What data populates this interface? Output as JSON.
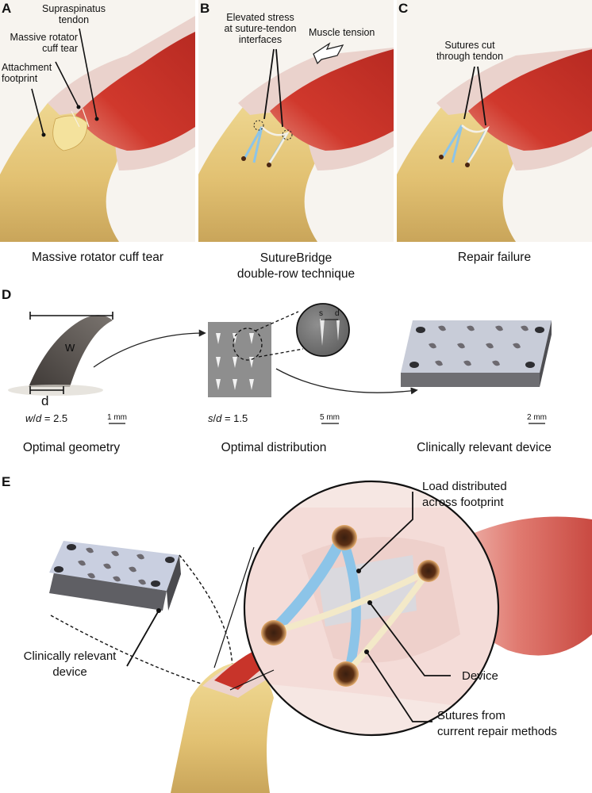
{
  "panels": {
    "a": "A",
    "b": "B",
    "c": "C",
    "d": "D",
    "e": "E"
  },
  "panel_a": {
    "supraspinatus": [
      "Supraspinatus",
      "tendon"
    ],
    "massive_tear": [
      "Massive rotator",
      "cuff tear"
    ],
    "attachment": [
      "Attachment",
      "footprint"
    ],
    "caption": "Massive rotator cuff tear"
  },
  "panel_b": {
    "elevated_stress": [
      "Elevated stress",
      "at suture-tendon",
      "interfaces"
    ],
    "muscle_tension": "Muscle tension",
    "caption": [
      "SutureBridge",
      "double-row technique"
    ]
  },
  "panel_c": {
    "sutures_cut": [
      "Sutures cut",
      "through tendon"
    ],
    "caption": "Repair failure"
  },
  "panel_d": {
    "w_label": "w",
    "d_label": "d",
    "ratio_wd": {
      "var1": "w",
      "slash": "/",
      "var2": "d",
      "rest": " = 2.5"
    },
    "ratio_sd": {
      "var1": "s",
      "slash": "/",
      "var2": "d",
      "rest": " = 1.5"
    },
    "inset_s": "s",
    "inset_d": "d",
    "scale_1": "1 mm",
    "scale_2": "5 mm",
    "scale_3": "2 mm",
    "caption_geometry": "Optimal geometry",
    "caption_distribution": "Optimal distribution",
    "caption_device": "Clinically relevant device"
  },
  "panel_e": {
    "load": [
      "Load distributed",
      "across footprint"
    ],
    "device_left": [
      "Clinically relevant",
      "device"
    ],
    "device": "Device",
    "sutures": [
      "Sutures from",
      "current repair methods"
    ]
  },
  "colors": {
    "bone": "#e6c877",
    "muscle": "#c8342a",
    "tendon": "#f0d6d2",
    "suture_blue": "#8cc4e8",
    "device_gray": "#c9cbd0",
    "spike": "#55504c"
  }
}
